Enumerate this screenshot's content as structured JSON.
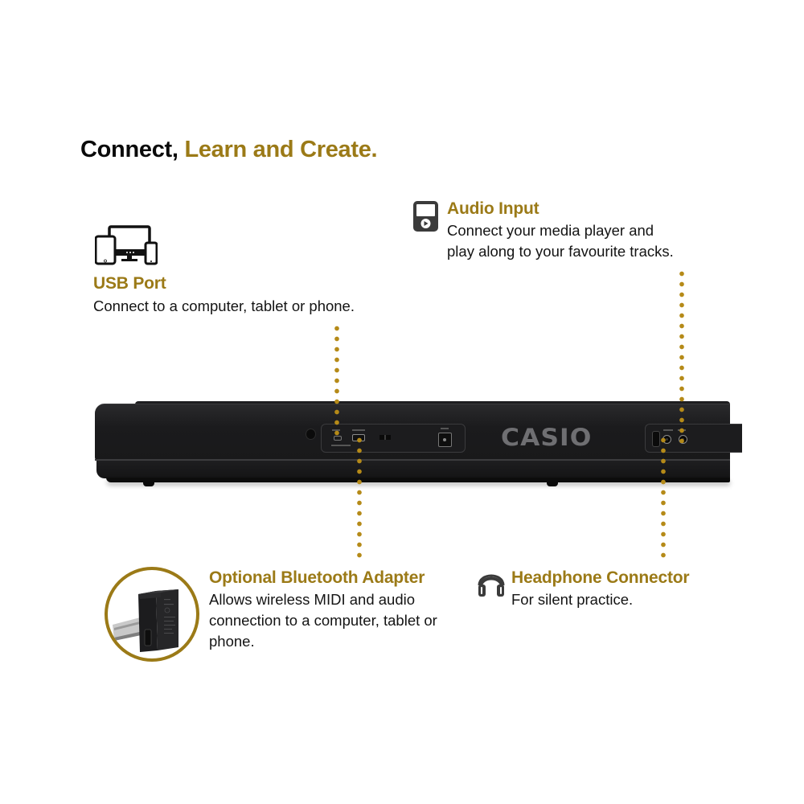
{
  "title": {
    "part1": "Connect,",
    "part2": "Learn and Create."
  },
  "features": {
    "usb": {
      "icon": "devices-icon",
      "heading": "USB Port",
      "description": "Connect to a computer, tablet or phone."
    },
    "audio_input": {
      "icon": "media-player-icon",
      "heading": "Audio Input",
      "description_lines": [
        "Connect your media player and",
        "play along to your favourite tracks."
      ]
    },
    "bluetooth": {
      "icon": "bluetooth-adapter-image",
      "heading": "Optional Bluetooth Adapter",
      "description_lines": [
        "Allows wireless MIDI and audio",
        "connection to a computer, tablet or",
        "phone."
      ]
    },
    "headphone": {
      "icon": "headphones-icon",
      "heading": "Headphone Connector",
      "description": "For silent practice."
    }
  },
  "product": {
    "brand_logo": "CASIO"
  },
  "colors": {
    "accent_gold": "#9b7a17",
    "dot_gold": "#b58a18",
    "text_black": "#111111",
    "keyboard_body": "#1b1b1d",
    "logo_gray": "#6f6f72"
  }
}
